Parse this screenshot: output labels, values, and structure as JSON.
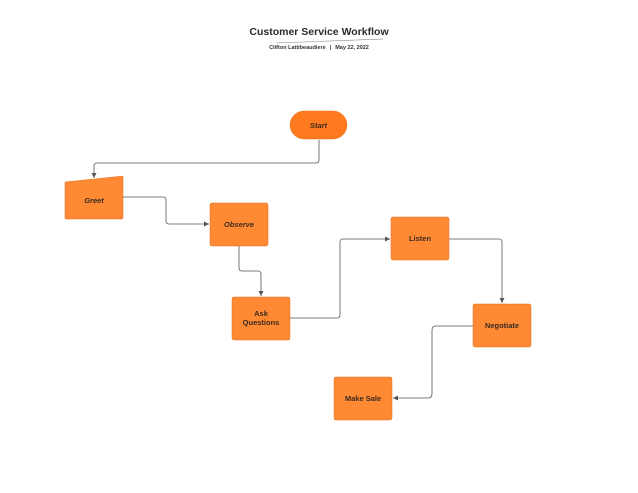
{
  "header": {
    "title": "Customer Service Workflow",
    "author": "Clifton Lattibeaudiere",
    "separator": "|",
    "date": "May 22, 2022"
  },
  "colors": {
    "node_fill": "#FF8A33",
    "start_fill": "#FF7A1F",
    "node_stroke": "#E06F1E",
    "connector": "#555555",
    "label": "#3a2a1f"
  },
  "nodes": {
    "start": {
      "label": "Start",
      "shape": "terminator"
    },
    "greet": {
      "label": "Greet",
      "shape": "manual-input"
    },
    "observe": {
      "label": "Observe",
      "shape": "process"
    },
    "ask": {
      "label_line1": "Ask",
      "label_line2": "Questions",
      "shape": "process"
    },
    "listen": {
      "label": "Listen",
      "shape": "process"
    },
    "negotiate": {
      "label": "Negotiate",
      "shape": "process"
    },
    "make_sale": {
      "label": "Make Sale",
      "shape": "process"
    }
  },
  "edges": [
    {
      "from": "Start",
      "to": "Greet"
    },
    {
      "from": "Greet",
      "to": "Observe"
    },
    {
      "from": "Observe",
      "to": "Ask Questions"
    },
    {
      "from": "Ask Questions",
      "to": "Listen"
    },
    {
      "from": "Listen",
      "to": "Negotiate"
    },
    {
      "from": "Negotiate",
      "to": "Make Sale"
    }
  ]
}
